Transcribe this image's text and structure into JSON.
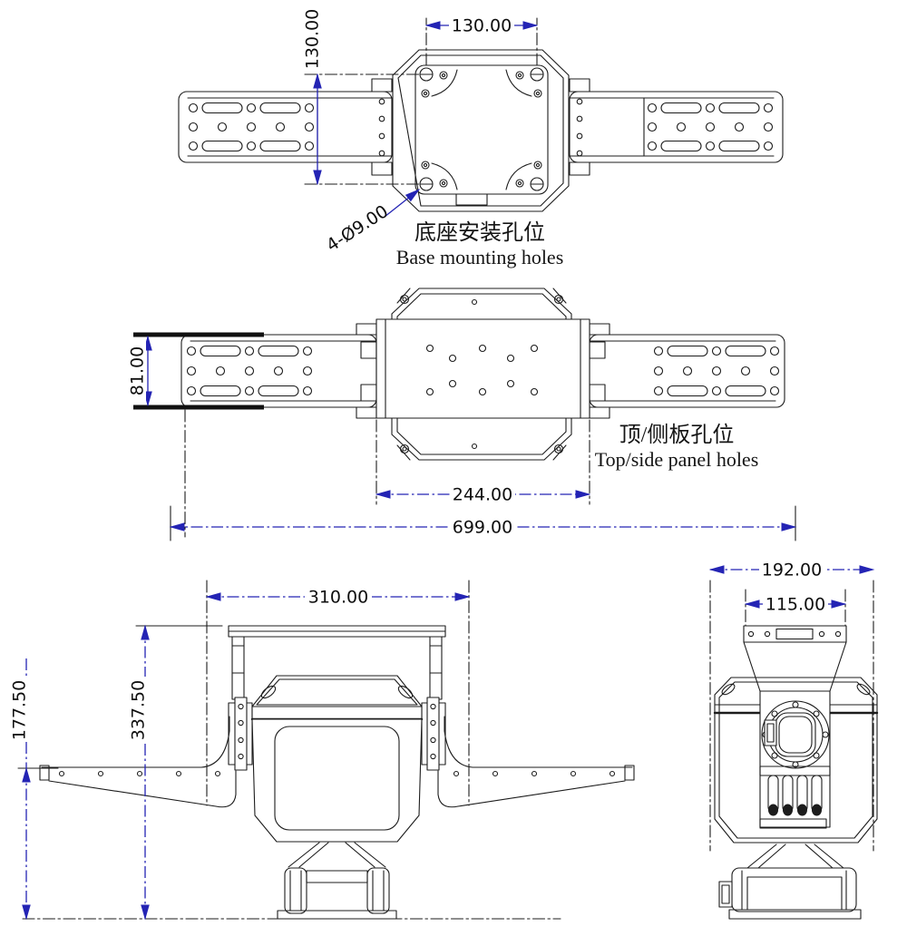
{
  "drawing": {
    "base_view": {
      "caption_zh": "底座安装孔位",
      "caption_en": "Base mounting holes",
      "dim_hole_pitch_horizontal": "130.00",
      "dim_hole_pitch_vertical": "130.00",
      "hole_callout": "4-Ø9.00"
    },
    "panel_view": {
      "caption_zh": "顶/侧板孔位",
      "caption_en": "Top/side panel holes",
      "dim_arm_width": "81.00",
      "dim_plate_width": "244.00",
      "dim_overall_width": "699.00"
    },
    "front_view": {
      "dim_frame_width": "310.00",
      "dim_overall_height": "337.50",
      "dim_wing_height": "177.50"
    },
    "side_view": {
      "dim_body_width": "192.00",
      "dim_bracket_width": "115.00"
    },
    "colors": {
      "dimension_blue": "#2424b4",
      "line_black": "#1c1c1c",
      "background": "#ffffff"
    }
  }
}
